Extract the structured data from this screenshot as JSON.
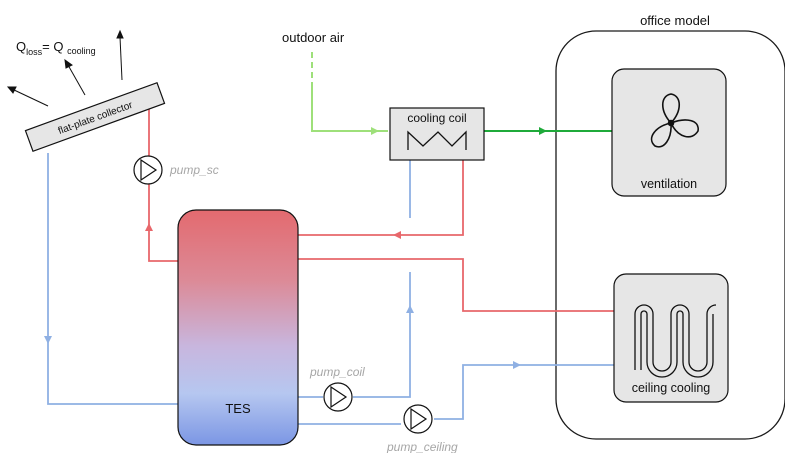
{
  "diagram": {
    "components": {
      "office_model": "office model",
      "outdoor_air": "outdoor air",
      "cooling_coil": "cooling coil",
      "ventilation": "ventilation",
      "ceiling_cooling": "ceiling cooling",
      "tes": "TES",
      "collector": "flat-plate collector"
    },
    "pumps": {
      "pump_sc": "pump_sc",
      "pump_coil": "pump_coil",
      "pump_ceiling": "pump_ceiling"
    },
    "equation": {
      "q": "Q",
      "loss_sub": "loss",
      "equals": "=",
      "cooling_sub": "cooling"
    },
    "colors": {
      "hot_pipe": "#e8676b",
      "cold_pipe": "#8fb0e3",
      "air_pipe_light": "#9ee07a",
      "air_pipe_dark": "#1faa3a",
      "tank_top": "#e36a6f",
      "tank_mid": "#c8b6de",
      "tank_bottom": "#7b96e4",
      "box_fill": "#e6e6e6",
      "outline": "#111111",
      "pump_label": "#a6a6a6"
    }
  }
}
